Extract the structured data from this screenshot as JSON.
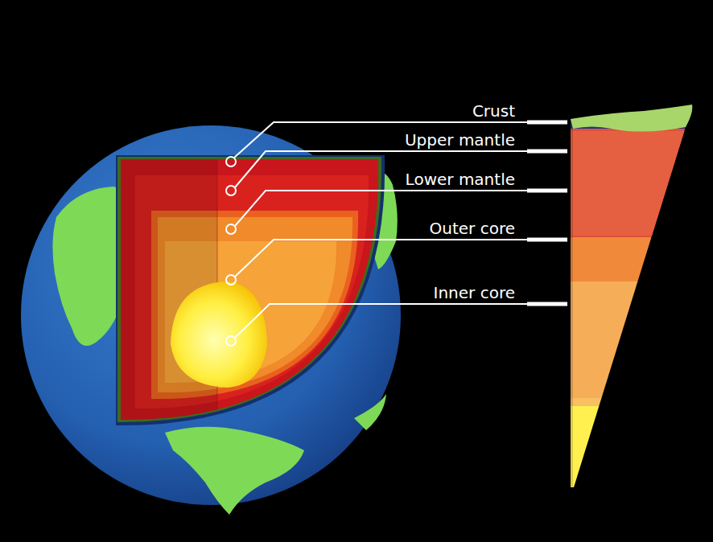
{
  "diagram": {
    "labels": [
      "Crust",
      "Upper mantle",
      "Lower mantle",
      "Outer core",
      "Inner core"
    ]
  }
}
